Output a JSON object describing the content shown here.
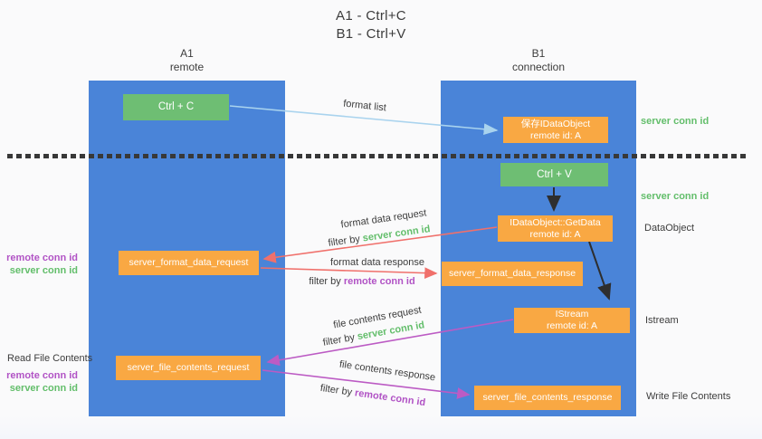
{
  "title": {
    "line1": "A1 - Ctrl+C",
    "line2": "B1 - Ctrl+V"
  },
  "lanes": {
    "a": {
      "name": "A1",
      "subtitle": "remote"
    },
    "b": {
      "name": "B1",
      "subtitle": "connection"
    }
  },
  "boxes": {
    "ctrl_c": {
      "label": "Ctrl + C"
    },
    "save_idataobject": {
      "line1": "保存IDataObject",
      "line2": "remote id: A"
    },
    "ctrl_v": {
      "label": "Ctrl + V"
    },
    "getdata": {
      "line1": "IDataObject::GetData",
      "line2": "remote id: A"
    },
    "format_request": {
      "label": "server_format_data_request"
    },
    "format_response": {
      "label": "server_format_data_response"
    },
    "istream": {
      "line1": "IStream",
      "line2": "remote id: A"
    },
    "file_request": {
      "label": "server_file_contents_request"
    },
    "file_response": {
      "label": "server_file_contents_response"
    }
  },
  "flow_labels": {
    "format_list": "format list",
    "format_data_request": "format data request",
    "format_data_response": "format data response",
    "file_contents_request": "file contents request",
    "file_contents_response": "file contents response",
    "filter_by": "filter by",
    "server_conn_id": "server conn id",
    "remote_conn_id": "remote conn id"
  },
  "side_labels": {
    "server_conn_id_top": "server conn id",
    "server_conn_id_mid": "server conn id",
    "dataobject": "DataObject",
    "istream": "Istream",
    "write_file_contents": "Write File Contents",
    "read_file_contents": "Read File Contents",
    "remote_conn_id_format": "remote conn id",
    "server_conn_id_format": "server conn id",
    "remote_conn_id_file": "remote conn id",
    "server_conn_id_file": "server conn id"
  },
  "colors": {
    "lane_blue": "#4A84D8",
    "box_green": "#6EBE73",
    "box_orange": "#F9A843",
    "arrow_red": "#F0706B",
    "arrow_purple": "#BC5BC4",
    "arrow_blue": "#A9D3EE",
    "arrow_black": "#2E2E2E",
    "text_green": "#63BE6B",
    "text_purple": "#B153C5",
    "text_dark": "#3C3C3C",
    "background": "#FAFAFB"
  }
}
